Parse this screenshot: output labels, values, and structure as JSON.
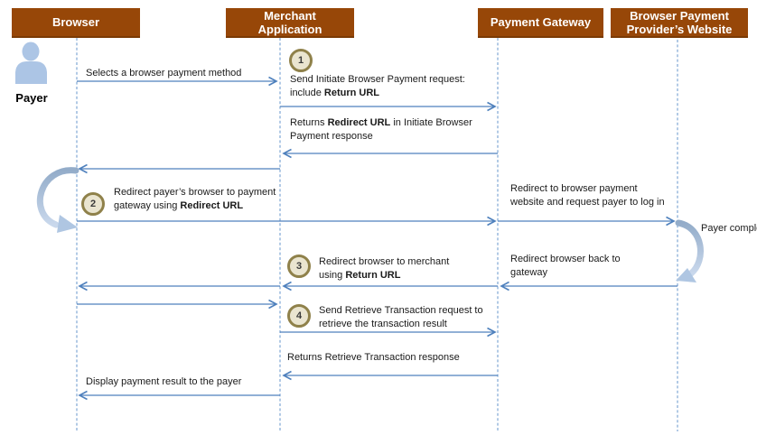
{
  "actors": {
    "browser": "Browser",
    "merchant": "Merchant Application",
    "payment_gateway": "Payment Gateway",
    "provider_website": "Browser Payment Provider’s Website"
  },
  "payer": {
    "label": "Payer",
    "icon": "person-silhouette-icon"
  },
  "steps": [
    {
      "number": "1",
      "l1": "Send Initiate Browser Payment request:",
      "l2_prefix": "include ",
      "l2_bold": "Return URL"
    },
    {
      "number": "2",
      "l1": "Redirect payer’s browser to payment",
      "l2_prefix": "gateway using ",
      "l2_bold": "Redirect URL"
    },
    {
      "number": "3",
      "l1": "Redirect browser to merchant",
      "l2_prefix": "using ",
      "l2_bold": "Return URL"
    },
    {
      "number": "4",
      "l1": "Send Retrieve Transaction request to",
      "l2": "retrieve the transaction result"
    }
  ],
  "messages": {
    "select_method": "Selects a browser payment method",
    "returns_redirect_prefix": "Returns ",
    "returns_redirect_bold": "Redirect URL",
    "returns_redirect_suffix": " in Initiate Browser",
    "returns_redirect_l2": "Payment response",
    "redirect_to_site_l1": "Redirect to browser payment",
    "redirect_to_site_l2": "website and request payer to log in",
    "payer_completes": "Payer completes the interaction",
    "redirect_back_l1": "Redirect browser back to",
    "redirect_back_l2": "gateway",
    "returns_retrieve": "Returns Retrieve Transaction response",
    "display_result": "Display payment result to the payer"
  },
  "colors": {
    "header_bg": "#974708",
    "header_border": "#7B3B05",
    "header_text": "#FFFFFF",
    "arrow": "#4F81BD",
    "lifeline": "#7EA6D4",
    "step_fill": "#EAE5D0",
    "step_border": "#8F814A",
    "loop_arrow": "#AFC6E2",
    "payer_icon": "#ACC5E5",
    "text": "#1A1A1A"
  }
}
